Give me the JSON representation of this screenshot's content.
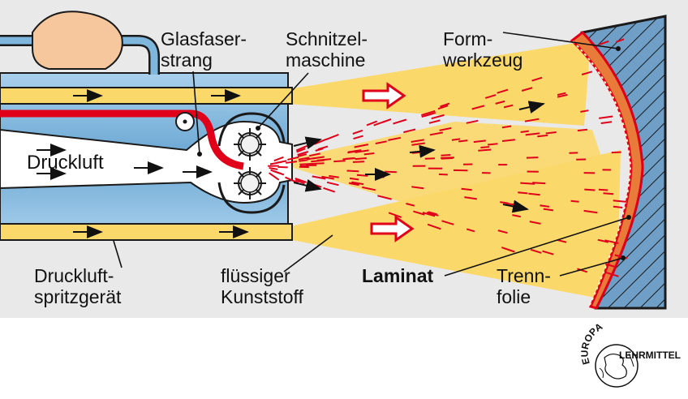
{
  "labels": {
    "glasfaser": [
      "Glasfaser-",
      "strang"
    ],
    "schnitzel": [
      "Schnitzel-",
      "maschine"
    ],
    "form": [
      "Form-",
      "werkzeug"
    ],
    "druckluft": "Druckluft",
    "spritz": [
      "Druckluft-",
      "spritzgerät"
    ],
    "fluessig": [
      "flüssiger",
      "Kunststoff"
    ],
    "laminat": "Laminat",
    "trenn": [
      "Trenn-",
      "folie"
    ]
  },
  "logo": {
    "top": "EUROPA",
    "bottom": "LEHRMITTEL"
  },
  "colors": {
    "background": "#e9e9e9",
    "body_blue": "#7fb6dc",
    "fiber_red": "#e1001a",
    "spray_yellow": "#fbd86a",
    "mold_blue": "#6f9ec7",
    "arrow_red": "#e1001a",
    "skin": "#f6c79c"
  }
}
